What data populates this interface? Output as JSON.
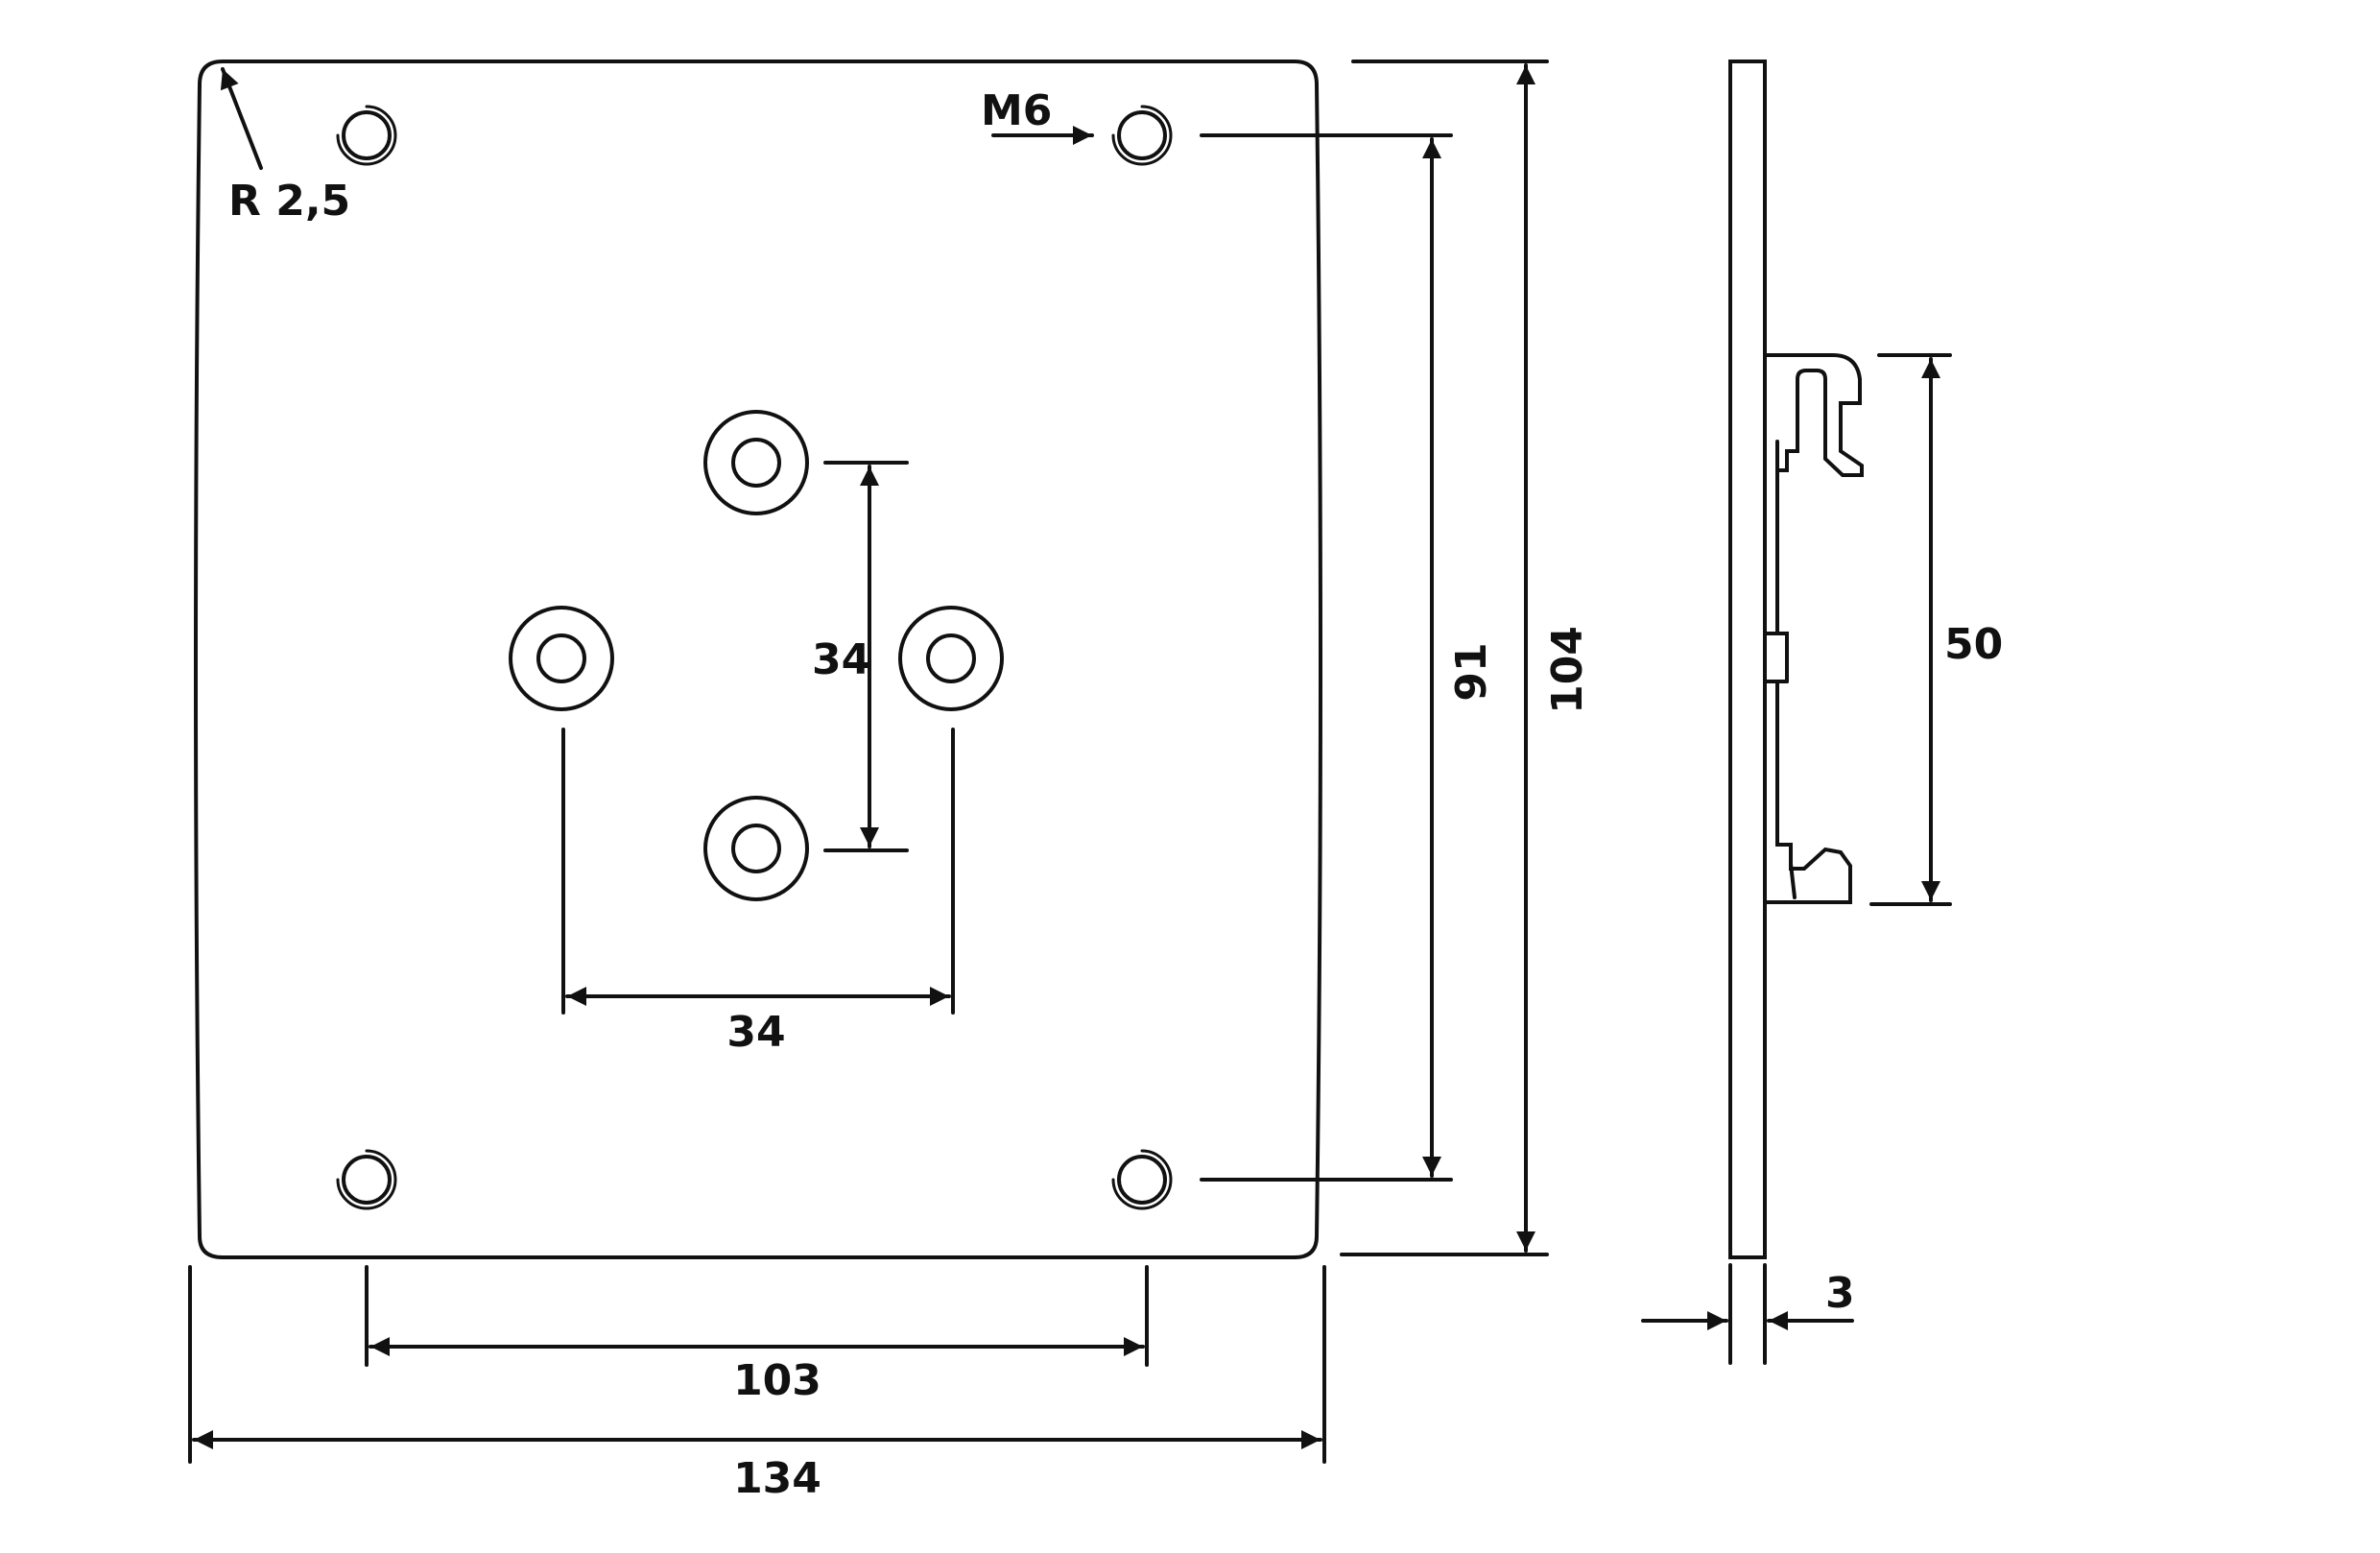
{
  "drawing": {
    "labels": {
      "radius": "R 2,5",
      "thread": "M6",
      "dim_width_total": "134",
      "dim_width_holes": "103",
      "dim_height_total": "104",
      "dim_height_holes": "91",
      "dim_center_horizontal": "34",
      "dim_center_vertical": "34",
      "dim_rail_clip": "50",
      "dim_thickness": "3"
    },
    "colors": {
      "line": "#111111",
      "background": "#ffffff",
      "rail_fill": "#f2f2f2"
    }
  }
}
